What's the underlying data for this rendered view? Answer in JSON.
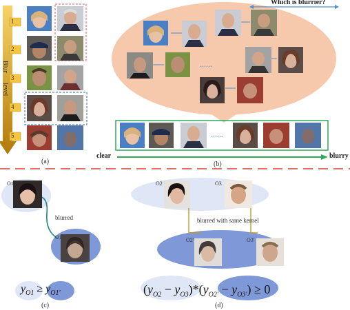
{
  "panels": {
    "a": {
      "caption": "(a)",
      "arrow_label_1": "Blur",
      "arrow_label_2": "level",
      "level_numbers": [
        "1",
        "2",
        "3",
        "4",
        "5"
      ]
    },
    "b": {
      "caption": "(b)",
      "question": "Which is blurrier?",
      "dots": "......",
      "axis_left": "clear",
      "axis_right": "blurry"
    },
    "c": {
      "caption": "(c)",
      "node_top": "O1",
      "node_bottom": "O1'",
      "edge_label": "blurred",
      "formula_lhs": "y",
      "formula_lhs_sub": "O1",
      "formula_op": "≥",
      "formula_rhs": "y",
      "formula_rhs_sub": "O1'"
    },
    "d": {
      "caption": "(d)",
      "node_o2": "O2",
      "node_o3": "O3",
      "node_o2p": "O2'",
      "node_o3p": "O3'",
      "edge_label": "blurred with same kernel",
      "formula_y1": "y",
      "formula_y1_sub": "O2",
      "formula_minus": "−",
      "formula_y2": "y",
      "formula_y2_sub": "O3",
      "formula_star": "*",
      "formula_y3": "y",
      "formula_y3_sub": "O2'",
      "formula_y4": "y",
      "formula_y4_sub": "O3'",
      "formula_tail": "≥ 0"
    }
  },
  "colors": {
    "orange_arrow": "#e8a317",
    "peach_ellipse": "#f6c9ad",
    "light_blue": "#dfe6f6",
    "mid_blue": "#7f99d8",
    "green": "#2fa85a",
    "red_dash": "#d9413a",
    "teal": "#2f8f8f",
    "gold": "#c49b22",
    "blue_arrow": "#4f8fd0"
  }
}
